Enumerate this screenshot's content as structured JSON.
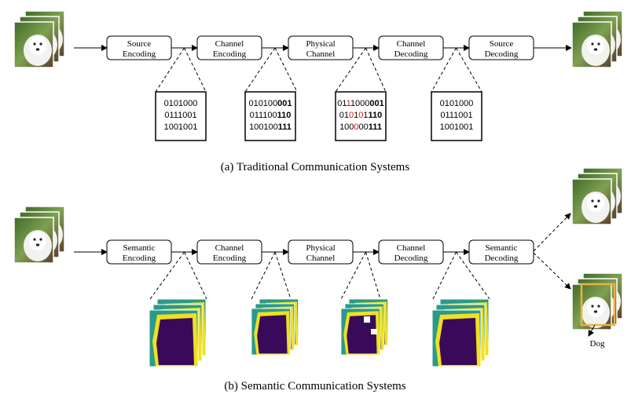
{
  "traditional": {
    "caption": "(a) Traditional Communication Systems",
    "blocks": [
      {
        "line1": "Source",
        "line2": "Encoding"
      },
      {
        "line1": "Channel",
        "line2": "Encoding"
      },
      {
        "line1": "Physical",
        "line2": "Channel"
      },
      {
        "line1": "Channel",
        "line2": "Decoding"
      },
      {
        "line1": "Source",
        "line2": "Decoding"
      }
    ],
    "bitboxes": [
      {
        "rows": [
          [
            {
              "t": "0101000"
            }
          ],
          [
            {
              "t": "0111001"
            }
          ],
          [
            {
              "t": "1001001"
            }
          ]
        ]
      },
      {
        "rows": [
          [
            {
              "t": "010100"
            },
            {
              "t": "001",
              "b": true
            }
          ],
          [
            {
              "t": "011100"
            },
            {
              "t": "110",
              "b": true
            }
          ],
          [
            {
              "t": "100100"
            },
            {
              "t": "111",
              "b": true
            }
          ]
        ]
      },
      {
        "rows": [
          [
            {
              "t": "01"
            },
            {
              "t": "1",
              "r": true
            },
            {
              "t": "1000"
            },
            {
              "t": "001",
              "b": true
            }
          ],
          [
            {
              "t": "01"
            },
            {
              "t": "0",
              "r": true
            },
            {
              "t": "1"
            },
            {
              "t": "0",
              "r": true
            },
            {
              "t": "1"
            },
            {
              "t": "110",
              "b": true
            }
          ],
          [
            {
              "t": "100"
            },
            {
              "t": "0",
              "r": true
            },
            {
              "t": "00"
            },
            {
              "t": "111",
              "b": true
            }
          ]
        ]
      },
      {
        "rows": [
          [
            {
              "t": "0101000"
            }
          ],
          [
            {
              "t": "0111001"
            }
          ],
          [
            {
              "t": "1001001"
            }
          ]
        ]
      }
    ]
  },
  "semantic": {
    "caption": "(b) Semantic Communication Systems",
    "blocks": [
      {
        "line1": "Semantic",
        "line2": "Encoding"
      },
      {
        "line1": "Channel",
        "line2": "Encoding"
      },
      {
        "line1": "Physical",
        "line2": "Channel"
      },
      {
        "line1": "Channel",
        "line2": "Decoding"
      },
      {
        "line1": "Semantic",
        "line2": "Decoding"
      }
    ],
    "output_label": "Dog"
  },
  "colors": {
    "map_background": "#2a9a8a",
    "map_border": "#f0e020",
    "map_region": "#3a0a5a",
    "error_bit": "#e01010",
    "detection_box": "#f0b040"
  }
}
